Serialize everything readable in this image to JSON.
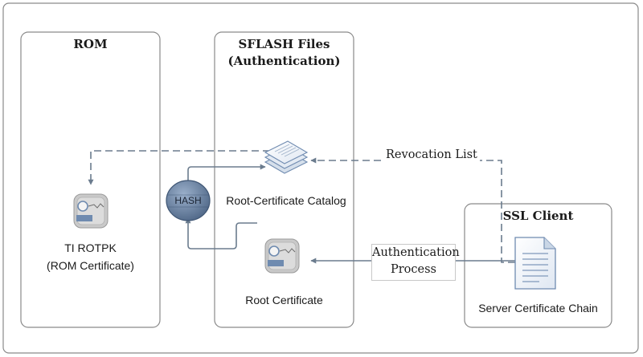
{
  "panels": {
    "rom": {
      "title": "ROM"
    },
    "sflash": {
      "title_line1": "SFLASH Files",
      "title_line2": "(Authentication)"
    },
    "ssl": {
      "title": "SSL Client"
    }
  },
  "nodes": {
    "ti_rotpk": {
      "line1": "TI ROTPK",
      "line2": "(ROM Certificate)",
      "icon": "certificate-icon"
    },
    "hash": {
      "label": "HASH"
    },
    "catalog": {
      "label": "Root-Certificate Catalog",
      "icon": "document-stack-icon"
    },
    "root_cert": {
      "label": "Root Certificate",
      "icon": "certificate-icon"
    },
    "server_chain": {
      "label": "Server Certificate Chain",
      "icon": "document-icon"
    }
  },
  "edges": {
    "revocation": {
      "label": "Revocation List"
    },
    "auth": {
      "line1": "Authentication",
      "line2": "Process"
    }
  },
  "colors": {
    "panel_border": "#8a8a8a",
    "arrow": "#6b7c8e",
    "hash_fill": "#5d7594",
    "icon_blue": "#6f8bb0",
    "cert_body": "#c7c7c7"
  }
}
